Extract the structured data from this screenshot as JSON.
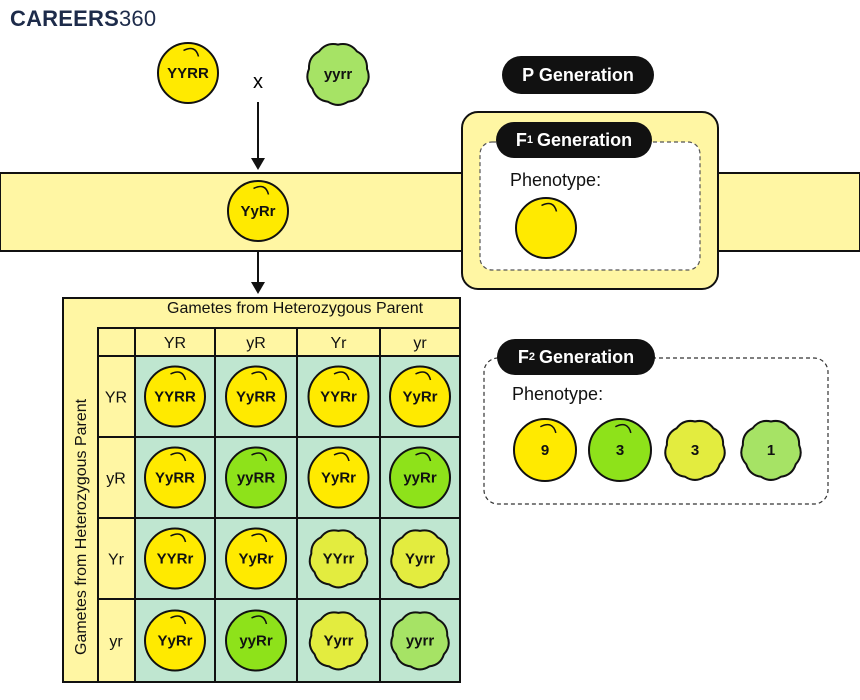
{
  "brand": {
    "prefix": "CAREERS",
    "suffix": "360"
  },
  "parents": {
    "left": "YYRR",
    "cross": "x",
    "right": "yyrr"
  },
  "p_generation": "P Generation",
  "f1_label": "YyRr",
  "f1_generation": {
    "letter": "F",
    "sub": "1",
    "text": "Generation"
  },
  "f1_phenotype": "Phenotype:",
  "grid": {
    "top_title": "Gametes from Heterozygous Parent",
    "side_title": "Gametes from Heterozygous Parent",
    "cols": [
      "YR",
      "yR",
      "Yr",
      "yr"
    ],
    "rows": [
      "YR",
      "yR",
      "Yr",
      "yr"
    ],
    "cells": [
      [
        "YYRR",
        "YyRR",
        "YYRr",
        "YyRr"
      ],
      [
        "YyRR",
        "yyRR",
        "YyRr",
        "yyRr"
      ],
      [
        "YYRr",
        "YyRr",
        "YYrr",
        "Yyrr"
      ],
      [
        "YyRr",
        "yyRr",
        "Yyrr",
        "yyrr"
      ]
    ]
  },
  "f2_generation": {
    "letter": "F",
    "sub": "2",
    "text": "Generation"
  },
  "f2_phenotype": "Phenotype:",
  "ratio": [
    "9",
    "3",
    "3",
    "1"
  ],
  "colors": {
    "band": "#fff6a3",
    "grid_bg": "#bfe6d0",
    "yellow_round": "#ffea00",
    "green_round": "#8ee21a",
    "yellow_wrinkled": "#e3ec3f",
    "green_wrinkled": "#a6e365"
  }
}
